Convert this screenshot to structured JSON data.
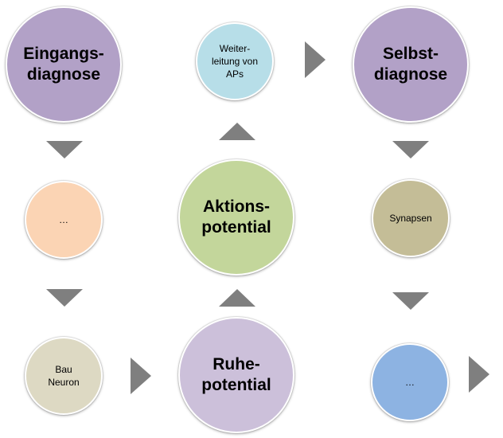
{
  "colors": {
    "purple": "#b2a1c7",
    "light_blue": "#b7dee8",
    "peach": "#fbd4b4",
    "green": "#c3d69b",
    "khaki": "#c4bd97",
    "beige": "#ddd9c3",
    "lavender": "#ccc0da",
    "blue": "#8db3e2",
    "arrow": "#7f7f7f"
  },
  "nodes": {
    "eingangsdiagnose": "Eingangs-\ndiagnose",
    "weiterleitung": "Weiter-\nleitung von\nAPs",
    "selbstdiagnose": "Selbst-\ndiagnose",
    "ellipsis_left": "…",
    "aktionspotential": "Aktions-\npotential",
    "synapsen": "Synapsen",
    "bau_neuron": "Bau\nNeuron",
    "ruhepotential": "Ruhe-\npotential",
    "ellipsis_right": "…"
  }
}
